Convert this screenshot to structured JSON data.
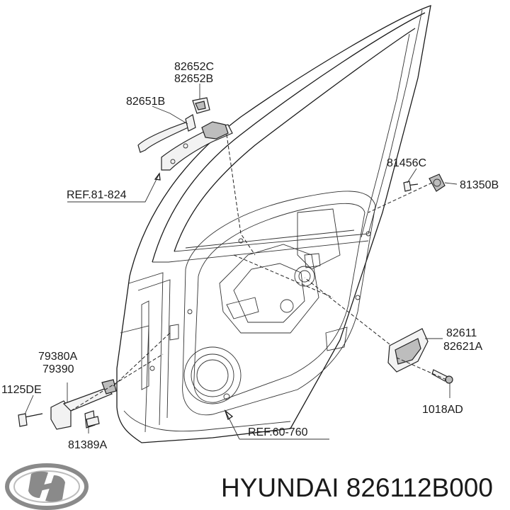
{
  "labels": {
    "p82652C": "82652C",
    "p82652B": "82652B",
    "p82651B": "82651B",
    "ref81824": "REF.81-824",
    "p81456C": "81456C",
    "p81350B": "81350B",
    "p79380A": "79380A",
    "p79390": "79390",
    "p1125DE": "1125DE",
    "p81389A": "81389A",
    "p82611": "82611",
    "p82621A": "82621A",
    "p1018AD": "1018AD",
    "ref60760": "REF.60-760"
  },
  "footer": {
    "brand_part": "HYUNDAI 826112B000",
    "logo_icon": "hyundai-logo-icon"
  },
  "colors": {
    "line": "#1a1a1a",
    "background": "#ffffff"
  }
}
